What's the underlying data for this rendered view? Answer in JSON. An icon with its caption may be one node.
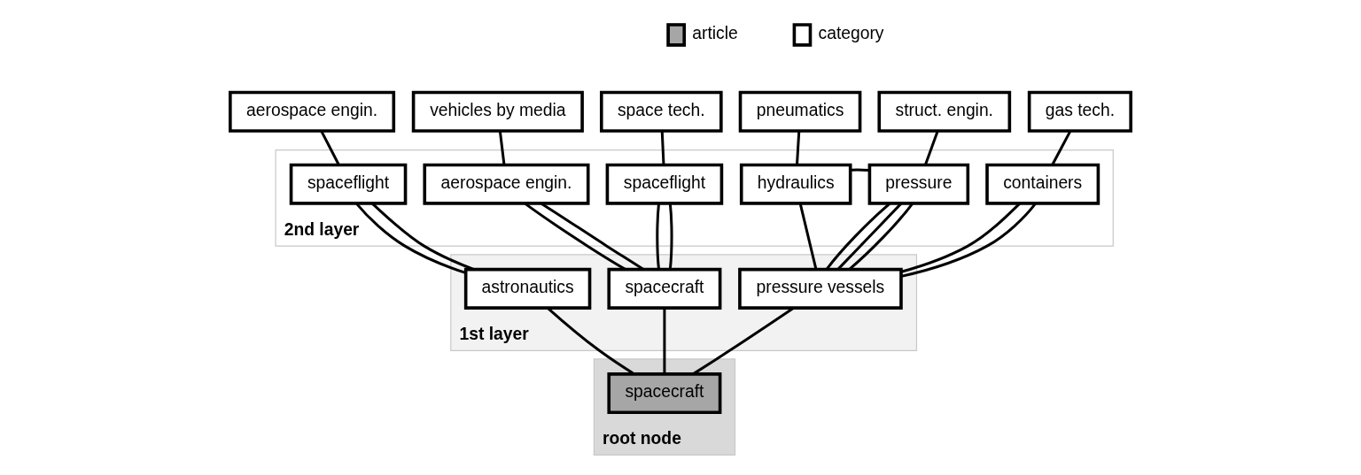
{
  "diagram": {
    "nodes": [
      {
        "text": [
          "aerospace engin."
        ]
      },
      {
        "text": [
          "vehicles by media"
        ]
      },
      {
        "text": [
          "space tech."
        ]
      },
      {
        "text": [
          "pneumatics"
        ]
      },
      {
        "text": [
          "struct. engin."
        ]
      },
      {
        "text": [
          "gas tech."
        ]
      },
      {
        "text": [
          "2nd layer"
        ]
      },
      {
        "text": [
          "spaceflight"
        ],
        "in": 6
      },
      {
        "text": [
          "aerospace engin."
        ],
        "in": 6
      },
      {
        "text": [
          "spaceflight"
        ],
        "in": 6
      },
      {
        "text": [
          "hydraulics"
        ],
        "in": 6
      },
      {
        "text": [
          "pressure"
        ],
        "in": 6
      },
      {
        "text": [
          "containers"
        ],
        "in": 6
      },
      {
        "text": [
          "1st layer"
        ]
      },
      {
        "text": [
          "astronautics"
        ],
        "in": 13
      },
      {
        "text": [
          "spacecraft"
        ],
        "in": 13
      },
      {
        "text": [
          "pressure vessels"
        ],
        "in": 13
      },
      {
        "text": [
          "root node"
        ]
      },
      {
        "text": [
          "spacecraft"
        ],
        "in": 17
      }
    ],
    "edges": [
      {
        "from": 0,
        "to": 7,
        "arrow": "none"
      },
      {
        "from": 1,
        "to": 8,
        "arrow": "none"
      },
      {
        "from": 2,
        "to": 9,
        "arrow": "none"
      },
      {
        "from": 3,
        "to": 10,
        "arrow": "none"
      },
      {
        "from": 4,
        "to": 11,
        "arrow": "none"
      },
      {
        "from": 5,
        "to": 12,
        "arrow": "none"
      },
      {
        "from": 10,
        "to": 11,
        "arrow": "none"
      },
      {
        "from": 7,
        "to": 14,
        "arrow": "none"
      },
      {
        "from": 7,
        "to": 14,
        "arrow": "none"
      },
      {
        "from": 8,
        "to": 15,
        "arrow": "none"
      },
      {
        "from": 8,
        "to": 15,
        "arrow": "none"
      },
      {
        "from": 9,
        "to": 15,
        "arrow": "none"
      },
      {
        "from": 9,
        "to": 15,
        "arrow": "none"
      },
      {
        "from": 10,
        "to": 16,
        "arrow": "none"
      },
      {
        "from": 11,
        "to": 16,
        "arrow": "none"
      },
      {
        "from": 11,
        "to": 16,
        "arrow": "none"
      },
      {
        "from": 11,
        "to": 16,
        "arrow": "none"
      },
      {
        "from": 12,
        "to": 16,
        "arrow": "none"
      },
      {
        "from": 12,
        "to": 16,
        "arrow": "none"
      },
      {
        "from": 14,
        "to": 18,
        "arrow": "none"
      },
      {
        "from": 15,
        "to": 18,
        "arrow": "none"
      },
      {
        "from": 16,
        "to": 18,
        "arrow": "none"
      }
    ],
    "legend": [
      {
        "text": "article",
        "color": "#a6a6a6"
      },
      {
        "text": "category",
        "color": "#ffffff"
      }
    ]
  }
}
